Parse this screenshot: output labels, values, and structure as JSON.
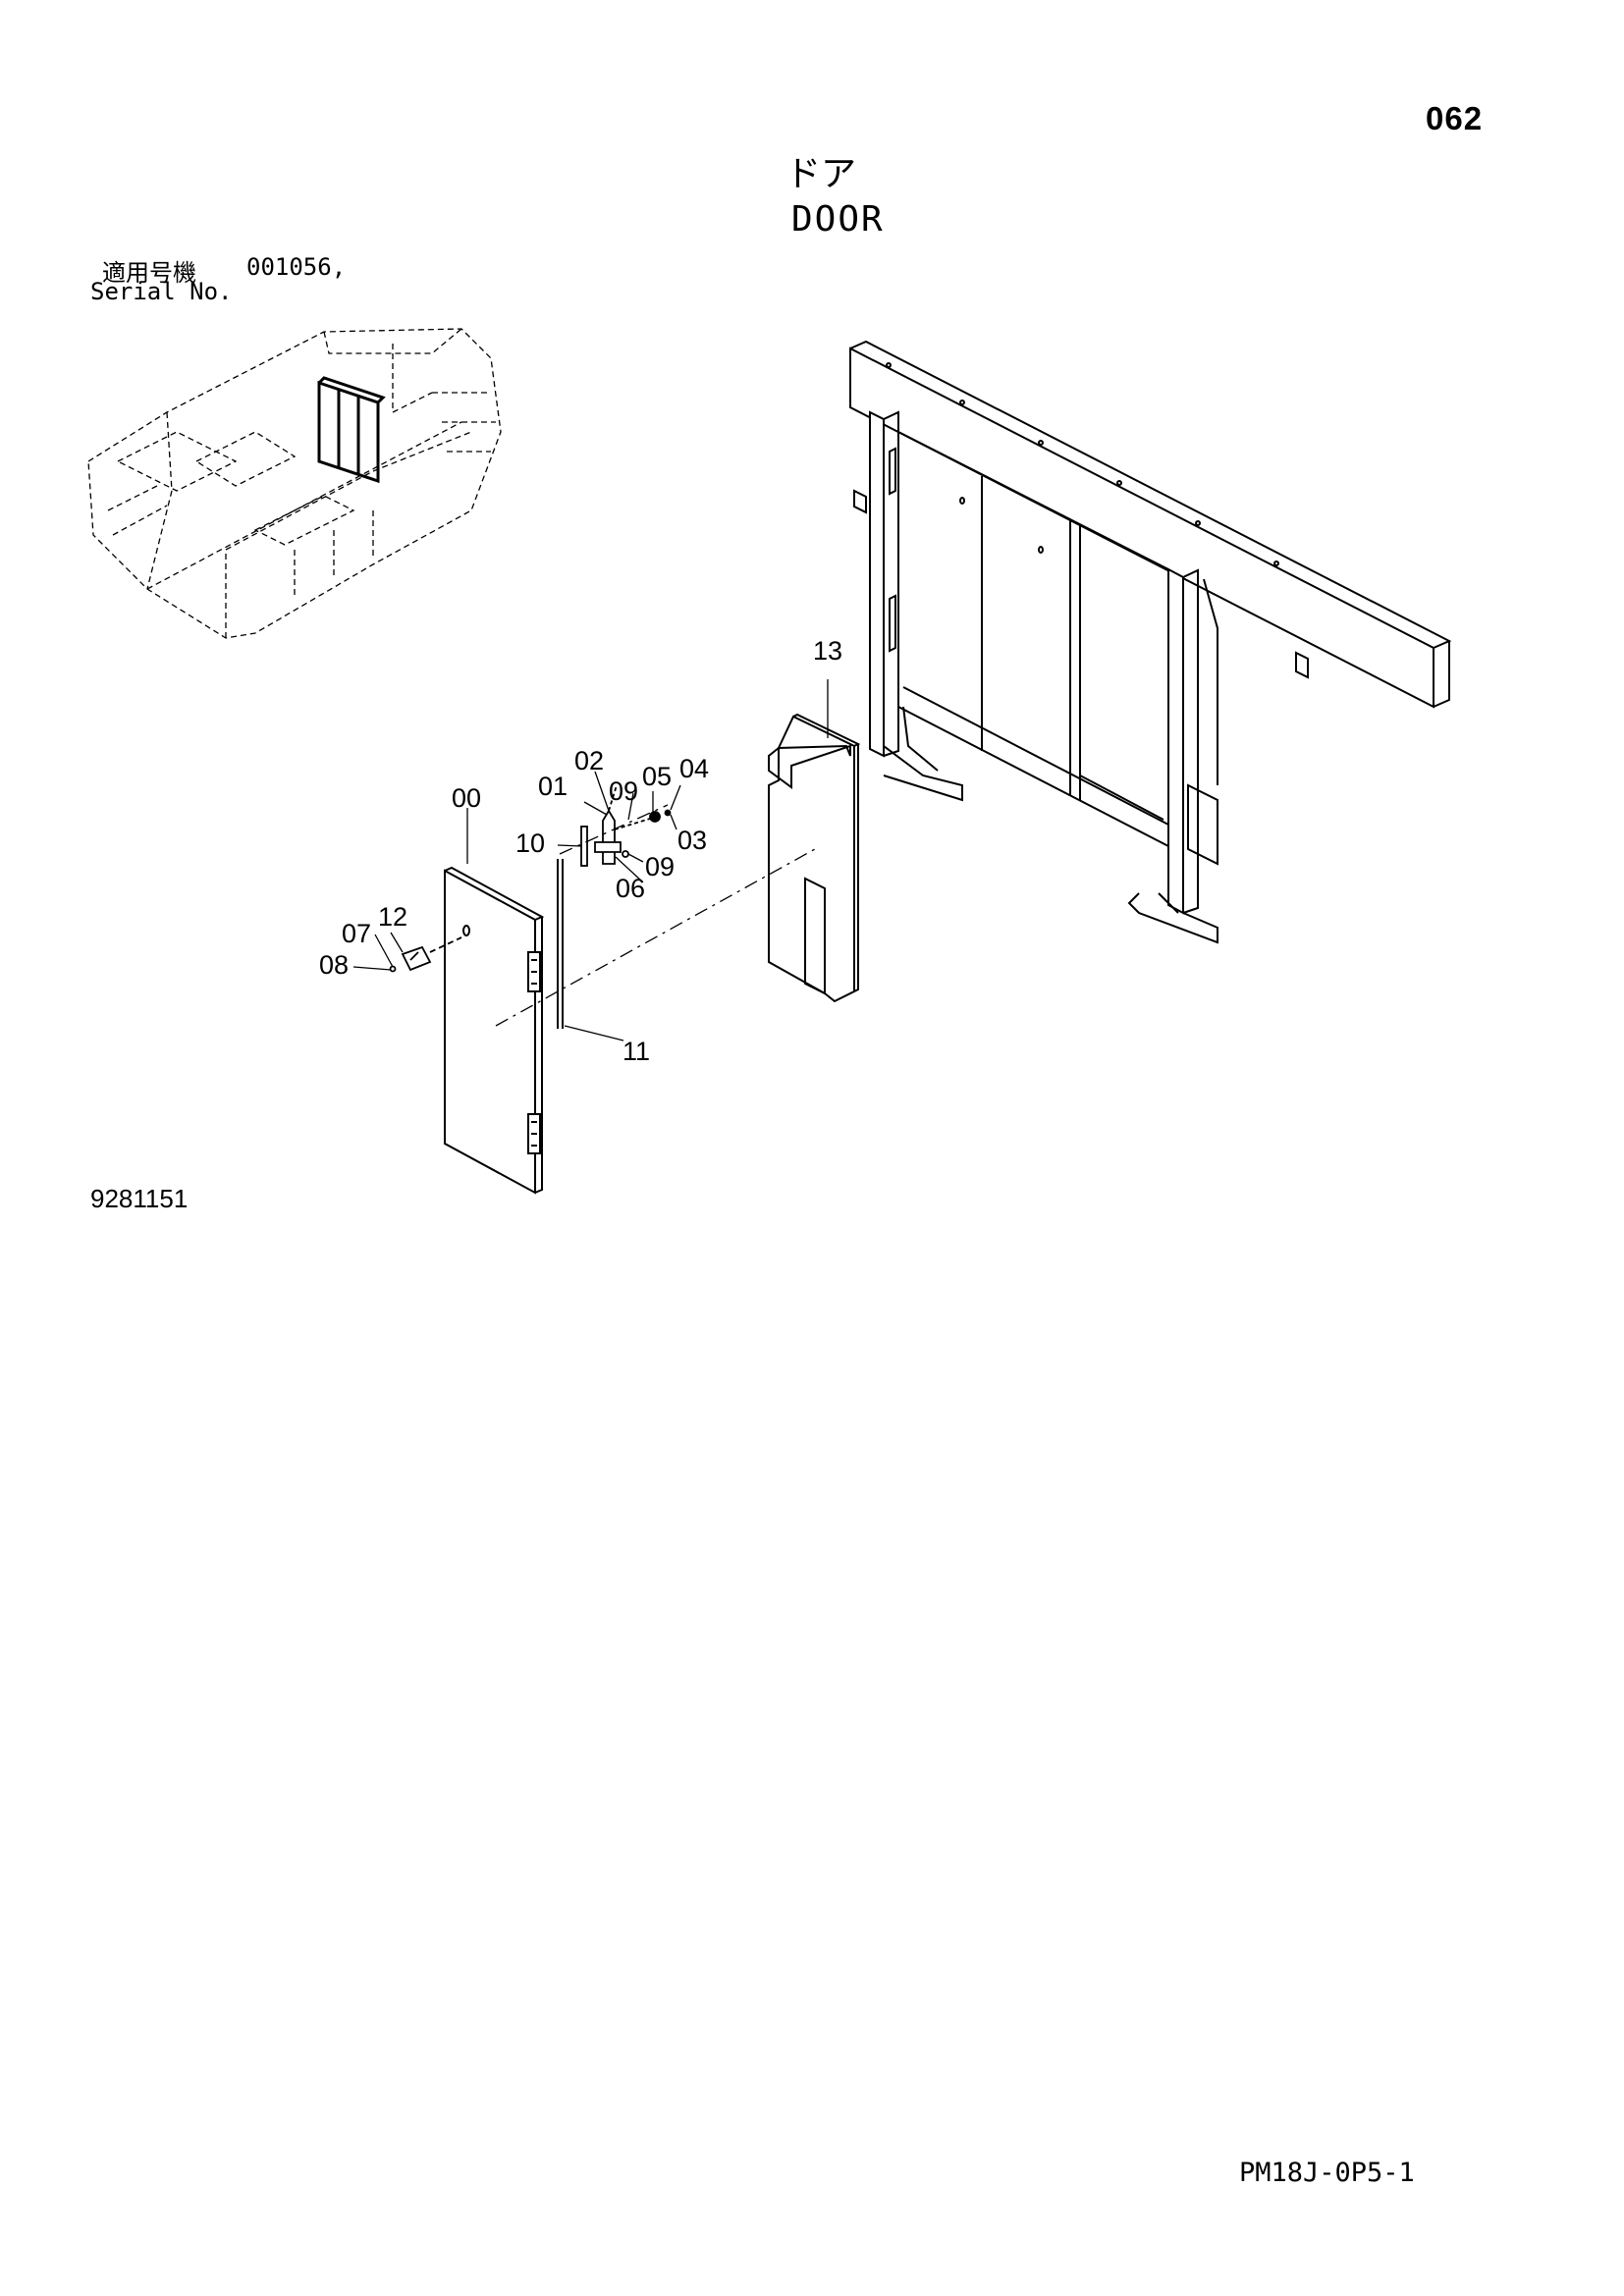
{
  "header": {
    "page_number": "062",
    "title_jp": "ドア",
    "title_en": "DOOR"
  },
  "serial": {
    "label_jp": "適用号機",
    "value": "001056,",
    "label_en": "Serial No."
  },
  "callouts": {
    "c00": "00",
    "c01": "01",
    "c02": "02",
    "c03": "03",
    "c04": "04",
    "c05": "05",
    "c06": "06",
    "c07": "07",
    "c08": "08",
    "c09a": "09",
    "c09b": "09",
    "c10": "10",
    "c11": "11",
    "c12": "12",
    "c13": "13"
  },
  "footer": {
    "figure_number": "9281151",
    "document_code": "PM18J-0P5-1"
  }
}
